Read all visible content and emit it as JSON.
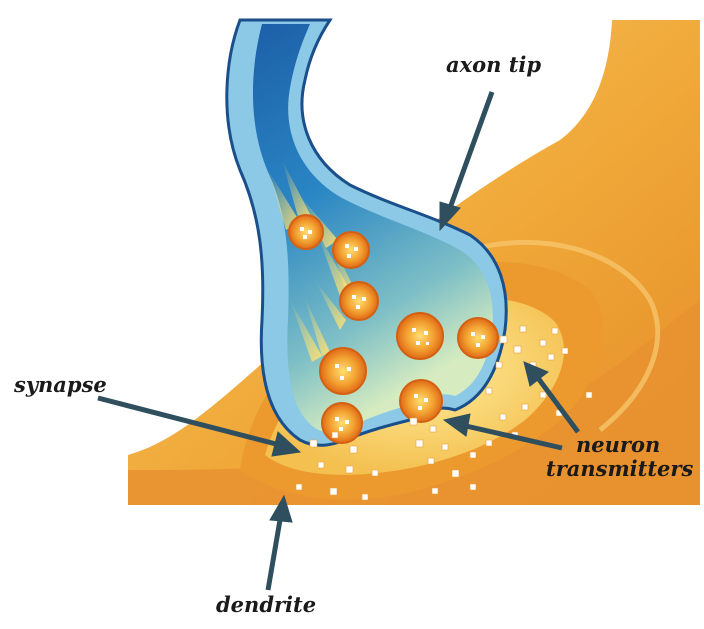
{
  "labels": {
    "axon_tip": "axon tip",
    "synapse": "synapse",
    "neuron_line1": "neuron",
    "neuron_line2": "transmitters",
    "dendrite": "dendrite"
  },
  "colors": {
    "dendrite_light": "#f7c55a",
    "dendrite_mid": "#f0a030",
    "dendrite_dark": "#e08020",
    "axon_outer": "#87c7e8",
    "axon_dark": "#1f6fb4",
    "axon_light": "#c8e6c8",
    "vesicle": "#e87020",
    "arrow": "#2f4f5f"
  }
}
